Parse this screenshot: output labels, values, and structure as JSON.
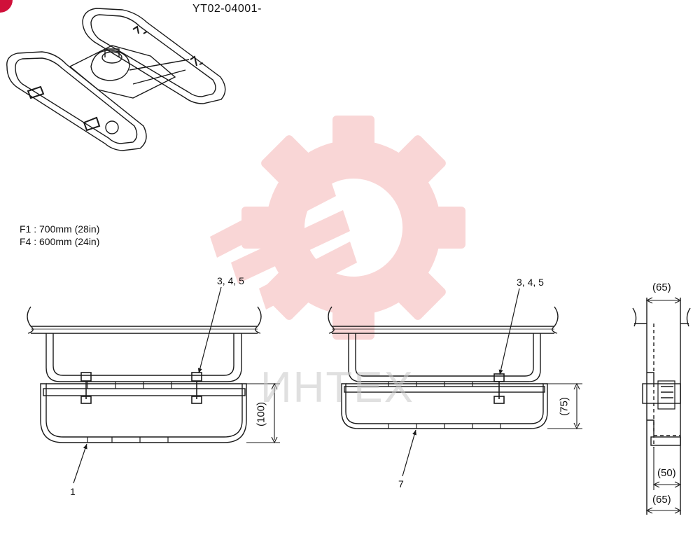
{
  "drawing": {
    "part_code": "YT02-04001-",
    "notes": [
      "F1 : 700mm  (28in)",
      "F4 : 600mm  (24in)"
    ],
    "callouts": {
      "left_parts": "3, 4, 5",
      "right_parts": "3, 4, 5",
      "left_item": "1",
      "right_item": "7"
    },
    "dimensions": {
      "left_height": "(100)",
      "right_height": "(75)",
      "side_top_width": "(65)",
      "side_inner_width": "(50)",
      "side_bottom_width": "(65)"
    },
    "watermark_text": "ИНТЕХ",
    "colors": {
      "line": "#1a1a1a",
      "watermark": "#f08c8c",
      "watermark_text": "#c8c8c8",
      "badge": "#d0103a"
    }
  }
}
